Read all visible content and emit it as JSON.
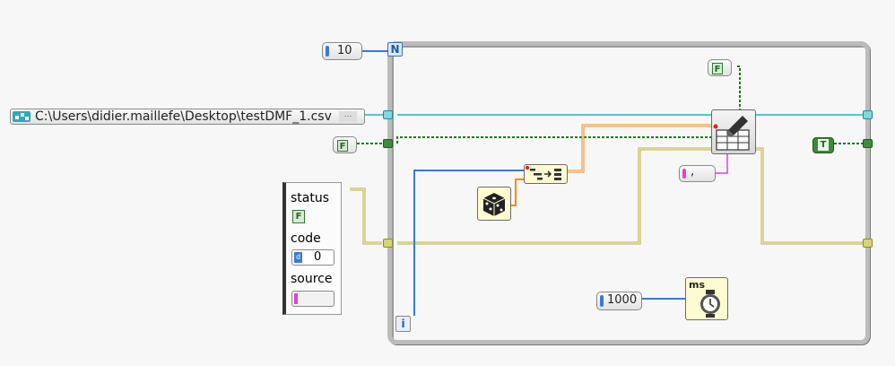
{
  "loop": {
    "count_terminal": "N",
    "iteration_terminal": "i"
  },
  "constants": {
    "iterations": "10",
    "file_path": "C:\\Users\\didier.maillefe\\Desktop\\testDMF_1.csv",
    "path_browse": "...",
    "bool_false_left": "F",
    "bool_false_top": "F",
    "bool_true_right": "T",
    "delimiter": ",",
    "wait_ms": "1000"
  },
  "error_cluster": {
    "status_label": "status",
    "status_value": "F",
    "code_label": "code",
    "code_radix": "d",
    "code_value": "0",
    "source_label": "source",
    "source_value": ""
  },
  "nodes": {
    "write_spreadsheet": "write-spreadsheet-icon",
    "build_array": "build-array-icon",
    "random_number": "dice-icon",
    "wait": "wait-ms-icon",
    "wait_label": "ms"
  },
  "colors": {
    "numeric_wire": "#3a7ad6",
    "path_wire": "#1ab6c2",
    "boolean_wire": "#1f7a1f",
    "error_wire": "#b8b234",
    "double_wire": "#f08c1e",
    "string_wire": "#e040e0",
    "node_bg": "#fffbd1"
  }
}
